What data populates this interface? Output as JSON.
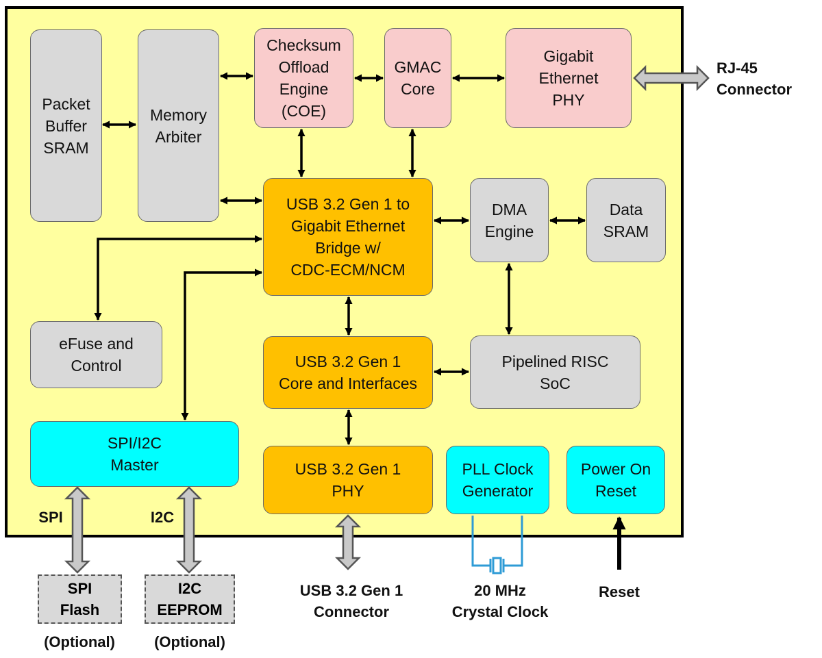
{
  "blocks": {
    "packet_buffer": "Packet\nBuffer\nSRAM",
    "memory_arbiter": "Memory\nArbiter",
    "coe": "Checksum\nOffload\nEngine\n(COE)",
    "gmac": "GMAC\nCore",
    "gbe_phy": "Gigabit\nEthernet\nPHY",
    "bridge": "USB 3.2 Gen 1 to\nGigabit Ethernet\nBridge w/\nCDC-ECM/NCM",
    "dma_engine": "DMA\nEngine",
    "data_sram": "Data\nSRAM",
    "efuse": "eFuse and\nControl",
    "usb_core": "USB 3.2 Gen 1\nCore and Interfaces",
    "risc_soc": "Pipelined RISC\nSoC",
    "spi_i2c_master": "SPI/I2C\nMaster",
    "usb_phy": "USB 3.2 Gen 1\nPHY",
    "pll": "PLL Clock\nGenerator",
    "por": "Power On\nReset"
  },
  "external": {
    "rj45": "RJ-45\nConnector",
    "spi_label": "SPI",
    "i2c_label": "I2C",
    "spi_flash": "SPI\nFlash",
    "i2c_eeprom": "I2C\nEEPROM",
    "spi_optional": "(Optional)",
    "i2c_optional": "(Optional)",
    "usb_connector": "USB 3.2 Gen 1\nConnector",
    "crystal": "20 MHz\nCrystal Clock",
    "reset": "Reset"
  },
  "colors": {
    "chip_background": "#ffff9f",
    "gray_block": "#d9d9d9",
    "pink_block": "#f9cccc",
    "orange_block": "#ffc000",
    "cyan_block": "#00ffff",
    "crystal_wire": "#2e9bd6"
  }
}
